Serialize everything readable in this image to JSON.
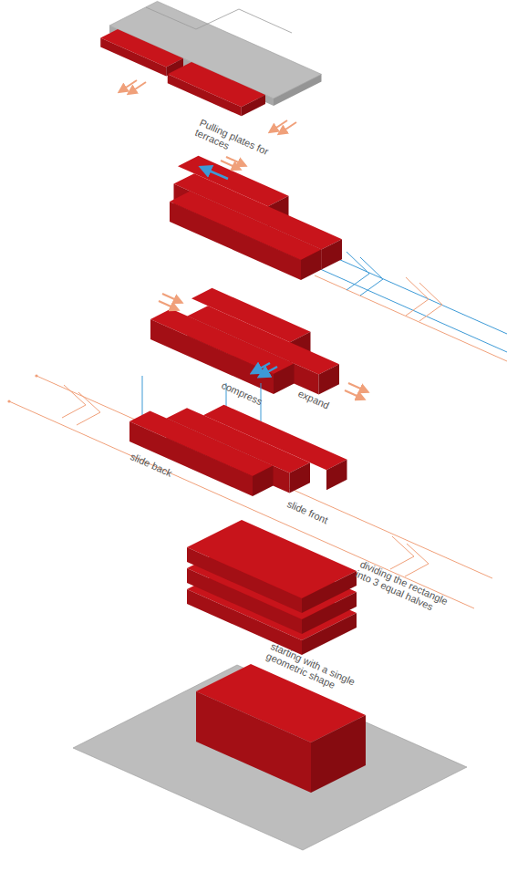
{
  "diagram": {
    "labels": [
      "Pulling plates for terraces",
      "compress",
      "expand",
      "slide back",
      "slide front",
      "dividing the rectangle into 3 equal halves",
      "starting with a single geometric shape"
    ]
  }
}
